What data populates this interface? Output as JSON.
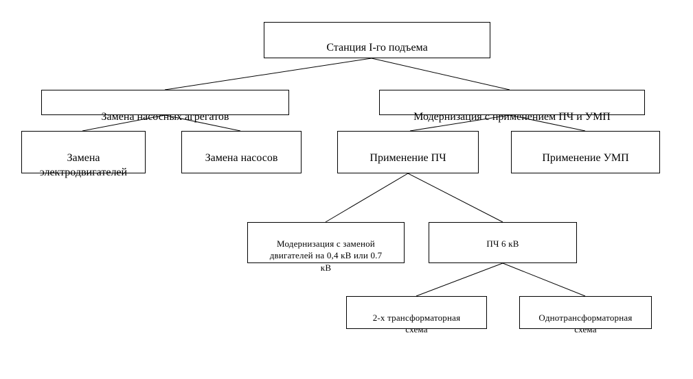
{
  "diagram": {
    "root": {
      "label": "Станция I-го подъема"
    },
    "branch_pumps": {
      "label": "Замена насосных агрегатов"
    },
    "branch_modern": {
      "label": "Модернизация с применением ПЧ и УМП"
    },
    "motors": {
      "label": "Замена\nэлектродвигателей"
    },
    "pumps": {
      "label": "Замена насосов"
    },
    "pch": {
      "label": "Применение ПЧ"
    },
    "ump": {
      "label": "Применение УМП"
    },
    "modern_motors": {
      "label": "Модернизация с заменой\nдвигателей на 0,4 кВ или 0.7\nкВ"
    },
    "pch6": {
      "label": "ПЧ 6 кВ"
    },
    "two_trans": {
      "label": "2-х трансформаторная\nсхема"
    },
    "one_trans": {
      "label": "Однотрансформаторная\nсхема"
    }
  }
}
